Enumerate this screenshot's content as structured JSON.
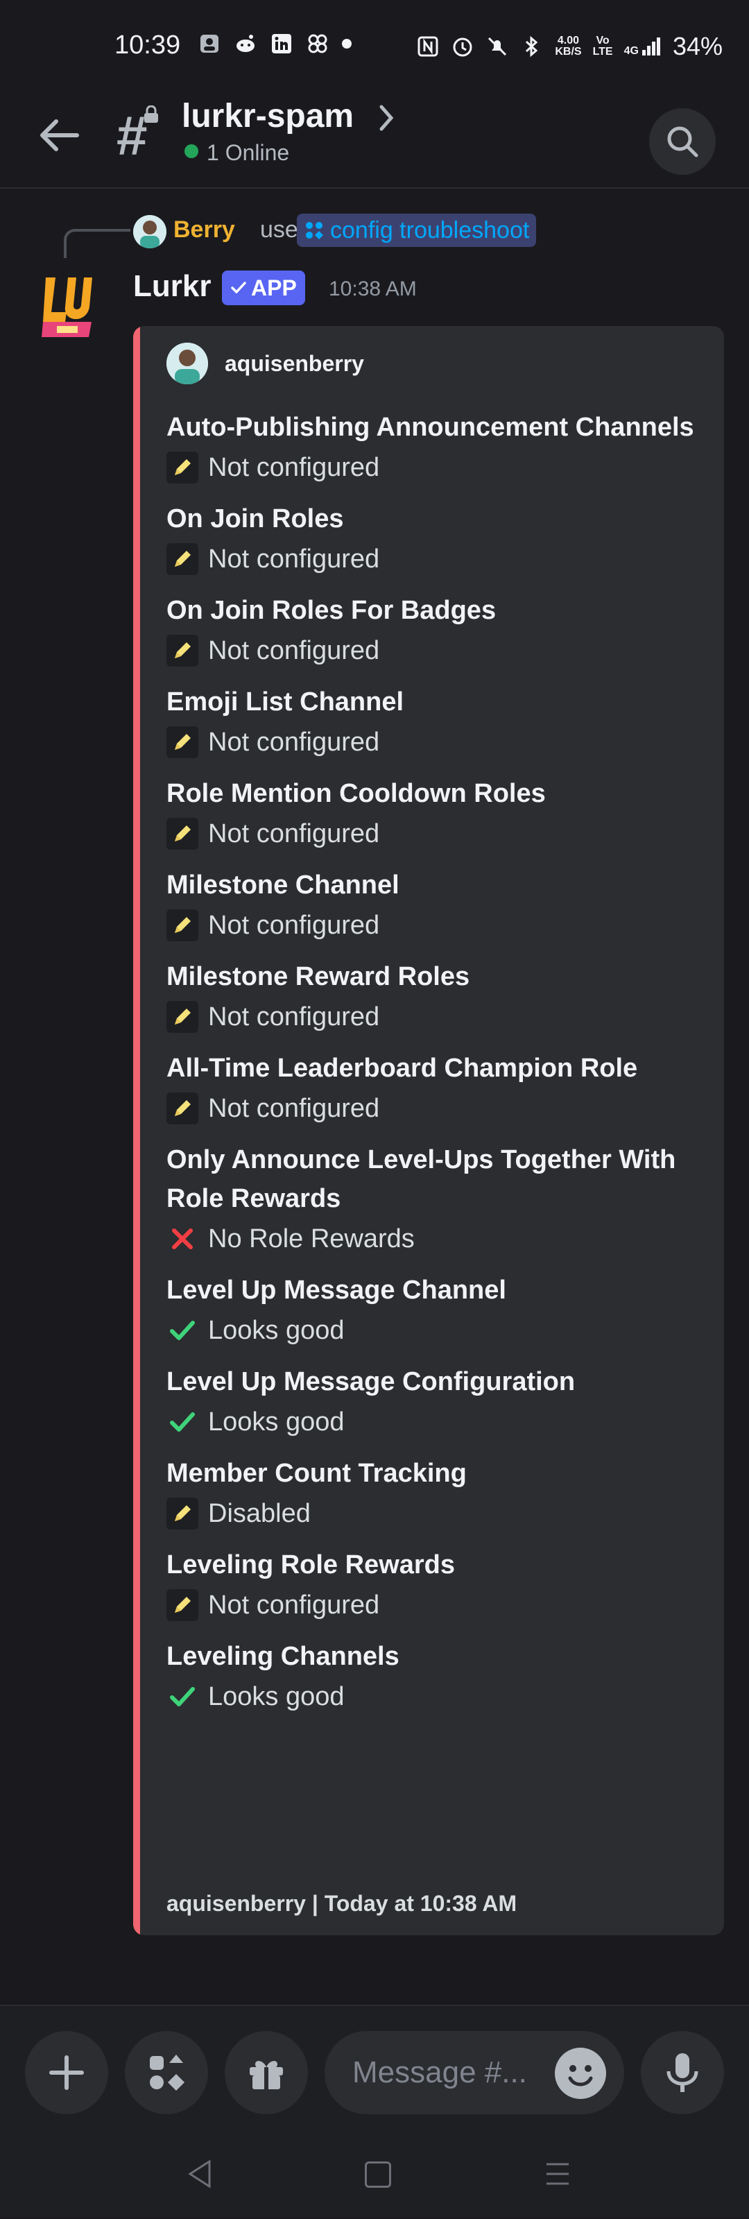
{
  "status_bar": {
    "time": "10:39",
    "speed_top": "4.00",
    "speed_bottom": "KB/S",
    "volte_top": "Vo",
    "volte_bottom": "LTE",
    "network": "4G",
    "battery": "34%"
  },
  "header": {
    "channel_name": "lurkr-spam",
    "online_text": "1 Online"
  },
  "reply": {
    "user": "Berry",
    "used_text": "used",
    "command": "config troubleshoot"
  },
  "message": {
    "bot_name": "Lurkr",
    "badge": "APP",
    "time": "10:38 AM"
  },
  "embed": {
    "author": "aquisenberry",
    "accent_color": "#f0656f",
    "fields": [
      {
        "name": "Auto-Publishing Announcement Channels",
        "status": "pencil",
        "value": "Not configured"
      },
      {
        "name": "On Join Roles",
        "status": "pencil",
        "value": "Not configured"
      },
      {
        "name": "On Join Roles For Badges",
        "status": "pencil",
        "value": "Not configured"
      },
      {
        "name": "Emoji List Channel",
        "status": "pencil",
        "value": "Not configured"
      },
      {
        "name": "Role Mention Cooldown Roles",
        "status": "pencil",
        "value": "Not configured"
      },
      {
        "name": "Milestone Channel",
        "status": "pencil",
        "value": "Not configured"
      },
      {
        "name": "Milestone Reward Roles",
        "status": "pencil",
        "value": "Not configured"
      },
      {
        "name": "All-Time Leaderboard Champion Role",
        "status": "pencil",
        "value": "Not configured"
      },
      {
        "name": "Only Announce Level-Ups Together With Role Rewards",
        "status": "cross",
        "value": "No Role Rewards"
      },
      {
        "name": "Level Up Message Channel",
        "status": "check",
        "value": "Looks good"
      },
      {
        "name": "Level Up Message Configuration",
        "status": "check",
        "value": "Looks good"
      },
      {
        "name": "Member Count Tracking",
        "status": "pencil",
        "value": "Disabled"
      },
      {
        "name": "Leveling Role Rewards",
        "status": "pencil",
        "value": "Not configured"
      },
      {
        "name": "Leveling Channels",
        "status": "check",
        "value": "Looks good"
      }
    ],
    "footer": "aquisenberry | Today at 10:38 AM"
  },
  "composer": {
    "placeholder": "Message #..."
  }
}
